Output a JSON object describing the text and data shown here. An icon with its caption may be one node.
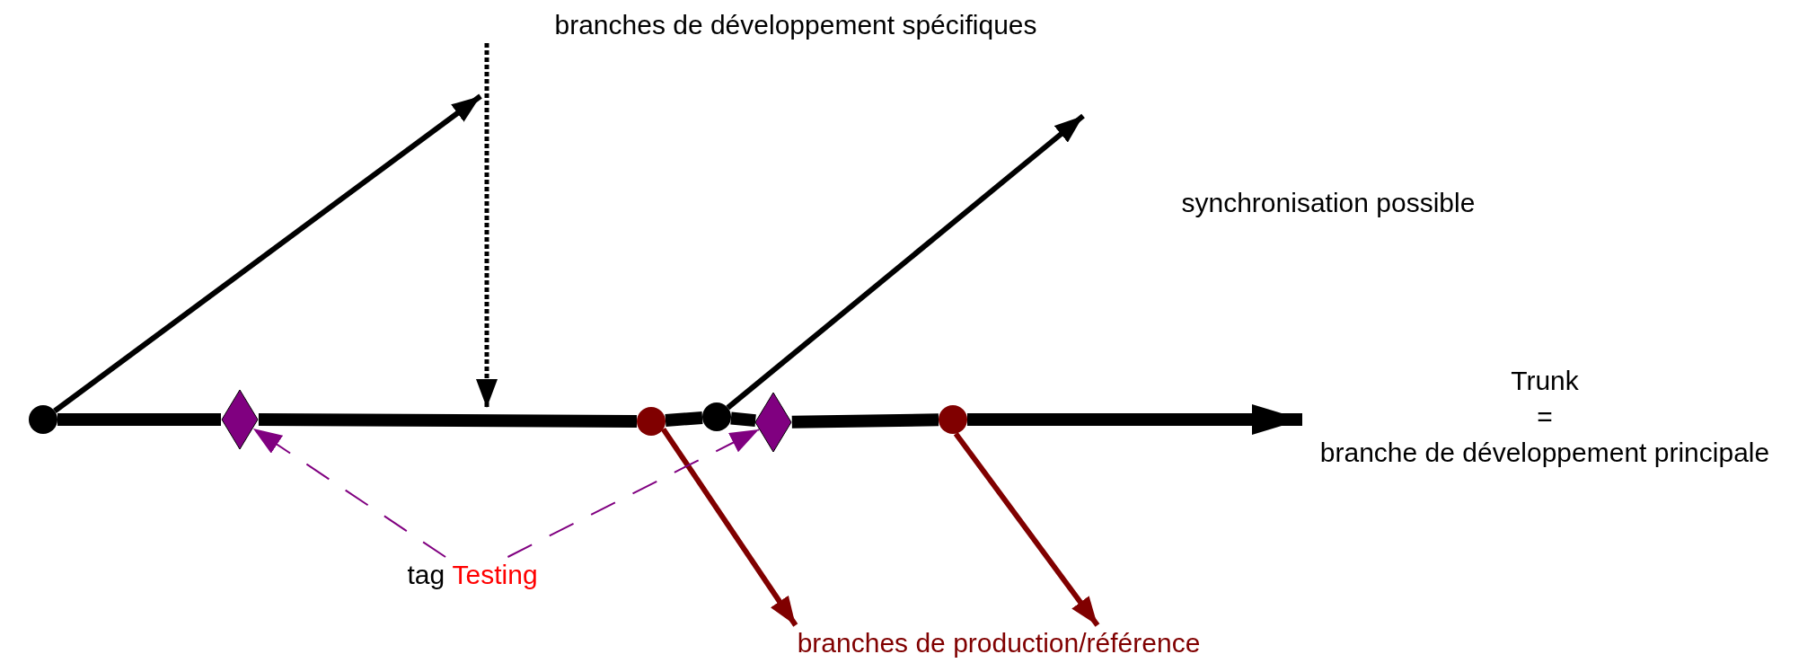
{
  "diagram": {
    "nodes": [
      {
        "text": [],
        "shape": "circle"
      },
      {
        "text": [],
        "shape": "diamond"
      },
      {
        "text": [],
        "shape": "circle"
      },
      {
        "text": [],
        "shape": "circle"
      },
      {
        "text": [],
        "shape": "diamond"
      },
      {
        "text": [],
        "shape": "circle"
      },
      {
        "text": [
          "Trunk",
          "=",
          "branche de développement principale"
        ]
      },
      {
        "text": [
          "tag",
          "Testing"
        ]
      },
      {
        "text": [
          "branches de production/référence"
        ]
      },
      {
        "text": [
          "branches de développement spécifiques"
        ]
      }
    ],
    "edges": [
      {
        "from": 0,
        "to": 1,
        "arrow": "none",
        "style": "thick"
      },
      {
        "from": 1,
        "to": 2,
        "arrow": "none",
        "style": "thick"
      },
      {
        "from": 2,
        "to": 3,
        "arrow": "none",
        "style": "thick"
      },
      {
        "from": 3,
        "to": 4,
        "arrow": "none",
        "style": "thick"
      },
      {
        "from": 4,
        "to": 5,
        "arrow": "none",
        "style": "thick"
      },
      {
        "from": 5,
        "to": 6,
        "arrow": "to",
        "style": "thick"
      },
      {
        "from": 0,
        "to": null,
        "arrow": "to"
      },
      {
        "from": 9,
        "to": null,
        "arrow": "to",
        "style": "dashed"
      },
      {
        "from": 3,
        "to": null,
        "arrow": "to"
      },
      {
        "from": 2,
        "to": 8,
        "arrow": "to",
        "color": "#800000"
      },
      {
        "from": 5,
        "to": 8,
        "arrow": "to",
        "color": "#800000"
      },
      {
        "from": 7,
        "to": 1,
        "arrow": "to",
        "style": "dashed",
        "color": "#800080"
      },
      {
        "from": 7,
        "to": 4,
        "arrow": "to",
        "style": "dashed",
        "color": "#800080"
      }
    ],
    "labels": [
      "synchronisation possible"
    ]
  }
}
